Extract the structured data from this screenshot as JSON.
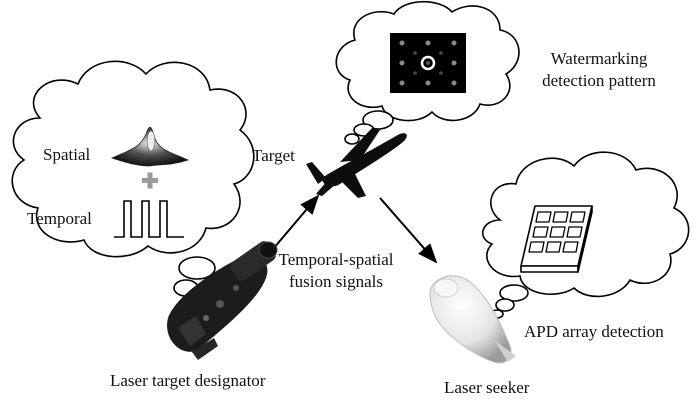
{
  "labels": {
    "spatial": "Spatial",
    "temporal": "Temporal",
    "target": "Target",
    "watermark_line1": "Watermarking",
    "watermark_line2": "detection pattern",
    "fusion_line1": "Temporal-spatial",
    "fusion_line2": "fusion signals",
    "apd": "APD array detection",
    "designator": "Laser target designator",
    "seeker": "Laser seeker"
  },
  "icons": [
    "spatial-peak-icon",
    "pulse-train-icon",
    "plus-icon",
    "airplane-icon",
    "watermark-pattern-icon",
    "apd-array-icon",
    "laser-designator-icon",
    "laser-seeker-icon"
  ]
}
